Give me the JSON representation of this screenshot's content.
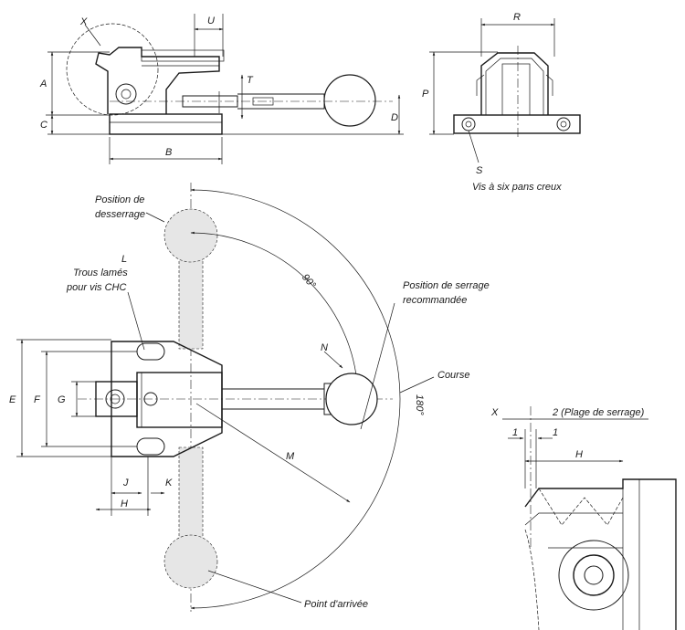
{
  "labels": {
    "x_top": "X",
    "u": "U",
    "r": "R",
    "a": "A",
    "p": "P",
    "t": "T",
    "c": "C",
    "d": "D",
    "b": "B",
    "s": "S",
    "hex_screw": "Vis à six pans creux",
    "release_1": "Position de",
    "release_2": "desserrage",
    "l": "L",
    "holes_1": "Trous lamés",
    "holes_2": "pour vis CHC",
    "angle_90": "90°",
    "clamp_1": "Position de serrage",
    "clamp_2": "recommandée",
    "n": "N",
    "course": "Course",
    "angle_180": "180°",
    "e": "E",
    "f": "F",
    "g": "G",
    "m": "M",
    "j": "J",
    "k": "K",
    "h_main": "H",
    "end_point": "Point d'arrivée",
    "x_detail": "X",
    "clamp_range": "2 (Plage de serrage)",
    "one_a": "1",
    "one_b": "1",
    "h_detail": "H"
  }
}
